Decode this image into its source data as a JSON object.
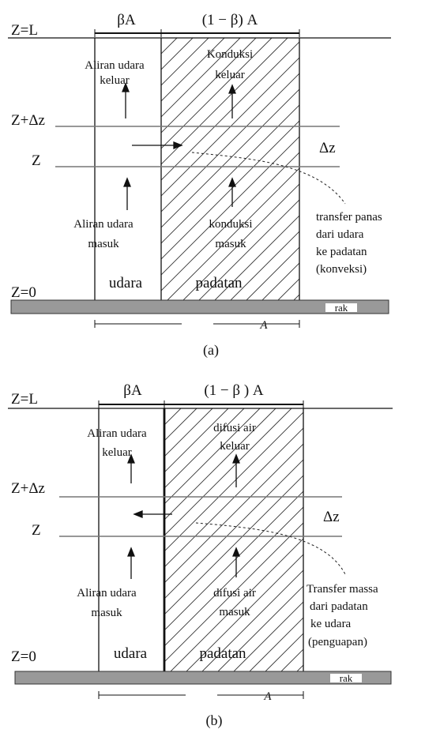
{
  "diagram_a": {
    "z_top": "Z=L",
    "z_dz": "Z+Δz",
    "z": "Z",
    "z_zero": "Z=0",
    "width_air": "βA",
    "width_solid": "(1 − β) A",
    "total_width": "A",
    "delta_z": "Δz",
    "air_out_1": "Aliran udara",
    "air_out_2": "keluar",
    "solid_out_1": "Konduksi",
    "solid_out_2": "keluar",
    "air_in_1": "Aliran udara",
    "air_in_2": "masuk",
    "solid_in_1": "konduksi",
    "solid_in_2": "masuk",
    "transfer_1": "transfer panas",
    "transfer_2": "dari udara",
    "transfer_3": "ke padatan",
    "transfer_4": "(konveksi)",
    "air_region": "udara",
    "solid_region": "padatan",
    "rack": "rak",
    "caption": "(a)"
  },
  "diagram_b": {
    "z_top": "Z=L",
    "z_dz": "Z+Δz",
    "z": "Z",
    "z_zero": "Z=0",
    "width_air": "βA",
    "width_solid": "(1 − β ) A",
    "total_width": "A",
    "delta_z": "Δz",
    "air_out_1": "Aliran udara",
    "air_out_2": "keluar",
    "solid_out_1": "difusi air",
    "solid_out_2": "keluar",
    "air_in_1": "Aliran udara",
    "air_in_2": "masuk",
    "solid_in_1": "difusi air",
    "solid_in_2": "masuk",
    "transfer_1": "Transfer massa",
    "transfer_2": "dari padatan",
    "transfer_3": "ke udara",
    "transfer_4": "(penguapan)",
    "air_region": "udara",
    "solid_region": "padatan",
    "rack": "rak",
    "caption": "(b)"
  }
}
